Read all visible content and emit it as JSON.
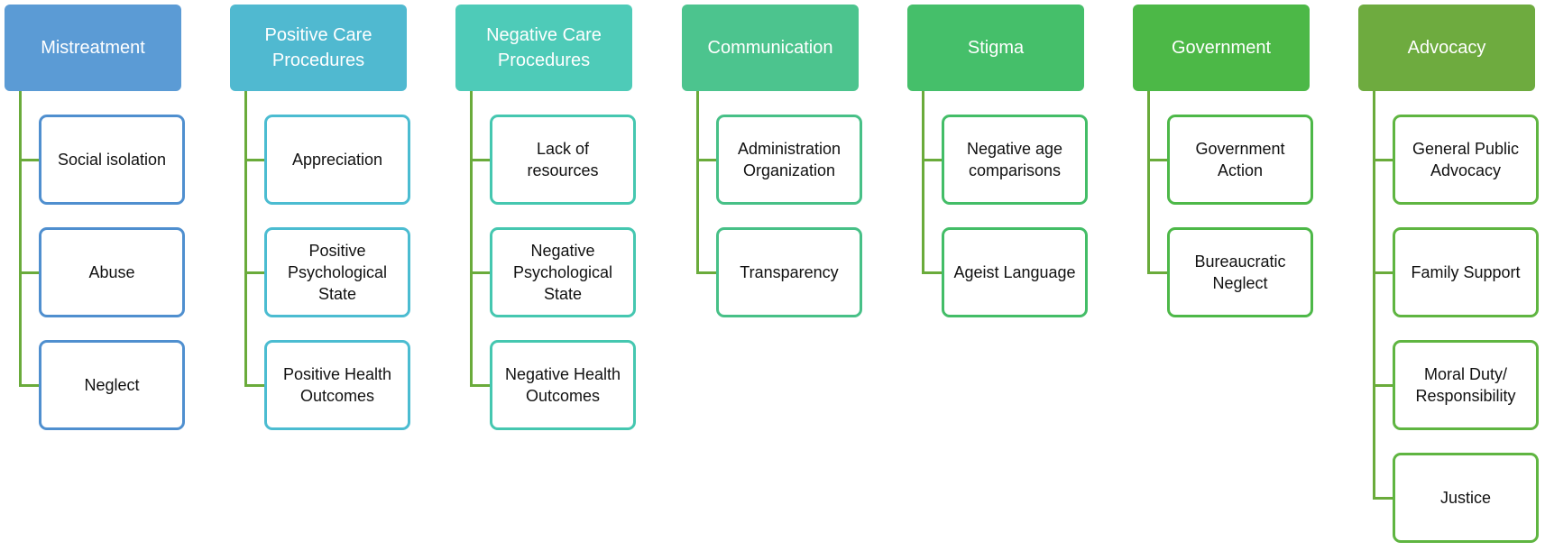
{
  "diagram": {
    "line_color": "#6aab3b",
    "groups": [
      {
        "title": "Mistreatment",
        "header_color": "#5b9bd5",
        "border_color": "#4f8fcf",
        "items": [
          "Social isolation",
          "Abuse",
          "Neglect"
        ]
      },
      {
        "title": "Positive Care\nProcedures",
        "header_color": "#50b9d0",
        "border_color": "#4bbcd1",
        "items": [
          "Appreciation",
          "Positive\nPsychological\nState",
          "Positive Health\nOutcomes"
        ]
      },
      {
        "title": "Negative Care\nProcedures",
        "header_color": "#4ecbb8",
        "border_color": "#45c7b0",
        "items": [
          "Lack of\nresources",
          "Negative\nPsychological\nState",
          "Negative Health\nOutcomes"
        ]
      },
      {
        "title": "Communication",
        "header_color": "#4cc48e",
        "border_color": "#47c087",
        "items": [
          "Administration\nOrganization",
          "Transparency"
        ]
      },
      {
        "title": "Stigma",
        "header_color": "#45bf6a",
        "border_color": "#43bd67",
        "items": [
          "Negative age\ncomparisons",
          "Ageist Language"
        ]
      },
      {
        "title": "Government",
        "header_color": "#4cb847",
        "border_color": "#4db848",
        "items": [
          "Government\nAction",
          "Bureaucratic\nNeglect"
        ]
      },
      {
        "title": "Advocacy",
        "header_color": "#6eab3f",
        "border_color": "#5fb541",
        "items": [
          "General Public\nAdvocacy",
          "Family Support",
          "Moral Duty/\nResponsibility",
          "Justice"
        ]
      }
    ]
  }
}
